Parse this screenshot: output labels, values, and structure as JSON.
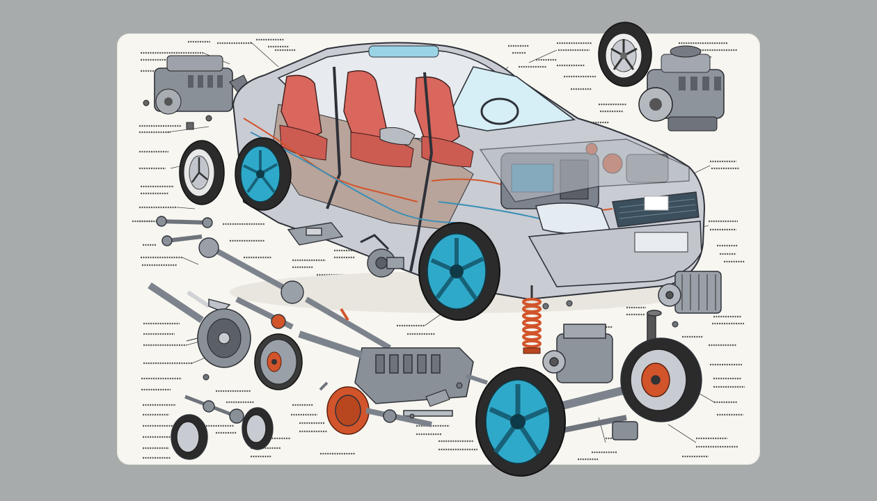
{
  "colors": {
    "background": "#a7abab",
    "sheet": "#f7f6f0",
    "car_body": "#c9ccd3",
    "car_outline": "#2e3138",
    "seat_red": "#d9675e",
    "wheel_teal": "#2fa9c9",
    "tire": "#2b2b2b",
    "engine_gray": "#7d838c",
    "accent_orange": "#d2542b",
    "wiring_blue": "#3c8fb6",
    "leader_line": "#444444"
  },
  "illustration": {
    "type": "exploded-view cutaway of a sedan with surrounding parts",
    "components": [
      {
        "id": "car-body",
        "icon": "sedan-cutaway"
      },
      {
        "id": "engine-top-right",
        "icon": "engine-block-icon"
      },
      {
        "id": "engine-left",
        "icon": "engine-block-icon"
      },
      {
        "id": "wheel-top",
        "icon": "wheel-icon"
      },
      {
        "id": "wheel-left",
        "icon": "wheel-icon"
      },
      {
        "id": "wheel-bottom-front",
        "icon": "wheel-icon"
      },
      {
        "id": "wheel-bottom-right",
        "icon": "wheel-icon"
      },
      {
        "id": "gearbox-center",
        "icon": "gearbox-icon"
      },
      {
        "id": "drive-shaft",
        "icon": "drive-shaft-icon"
      },
      {
        "id": "brake-disc",
        "icon": "brake-disc-icon"
      },
      {
        "id": "coil-spring",
        "icon": "coil-spring-icon"
      },
      {
        "id": "alternator",
        "icon": "alternator-icon"
      },
      {
        "id": "rear-axle-assembly",
        "icon": "axle-icon"
      }
    ],
    "callout_labels_legible": false
  }
}
